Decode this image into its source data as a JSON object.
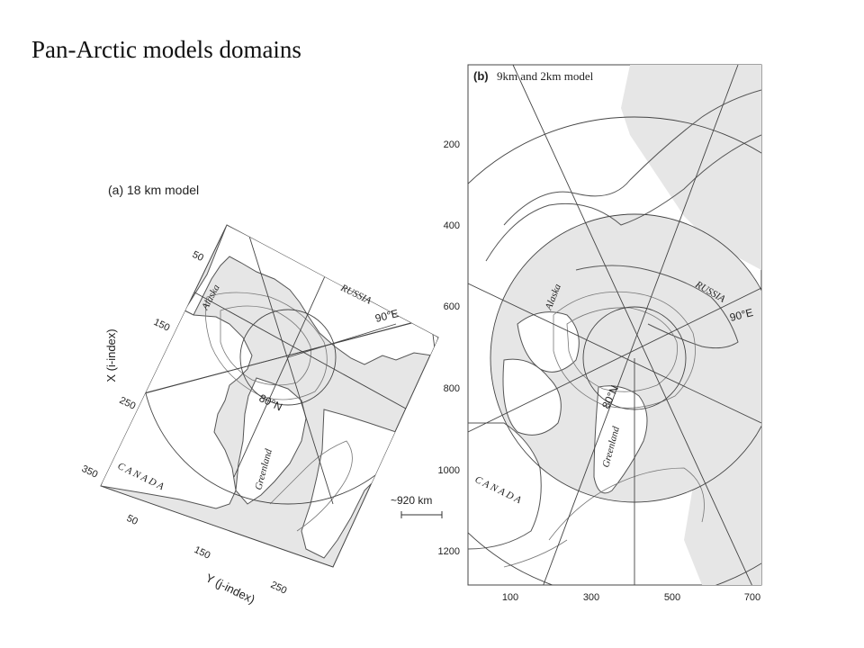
{
  "slide": {
    "title": "Pan-Arctic models domains"
  },
  "panel_a": {
    "title": "(a) 18 km model",
    "axis_x_label": "X (i-index)",
    "axis_y_label": "Y (j-index)",
    "x_ticks": [
      "50",
      "150",
      "250",
      "350"
    ],
    "y_ticks": [
      "50",
      "150",
      "250"
    ],
    "labels": {
      "alaska": "Alaska",
      "russia": "RUSSIA",
      "canada": "C A N A D A",
      "greenland": "Greenland",
      "lat": "80°N",
      "lon": "90°E"
    },
    "scale": "~920 km"
  },
  "panel_b": {
    "title_letter": "(b)",
    "title_text": "9km and 2km model",
    "y_ticks": [
      "200",
      "400",
      "600",
      "800",
      "1000",
      "1200"
    ],
    "x_ticks": [
      "100",
      "300",
      "500",
      "700"
    ],
    "labels": {
      "alaska": "Alaska",
      "russia": "RUSSIA",
      "canada": "C A N A D A",
      "greenland": "Greenland",
      "lat": "80°N",
      "lon": "90°E"
    }
  },
  "colors": {
    "land": "#ffffff",
    "ocean": "#e6e6e6",
    "lines": "#444444"
  }
}
